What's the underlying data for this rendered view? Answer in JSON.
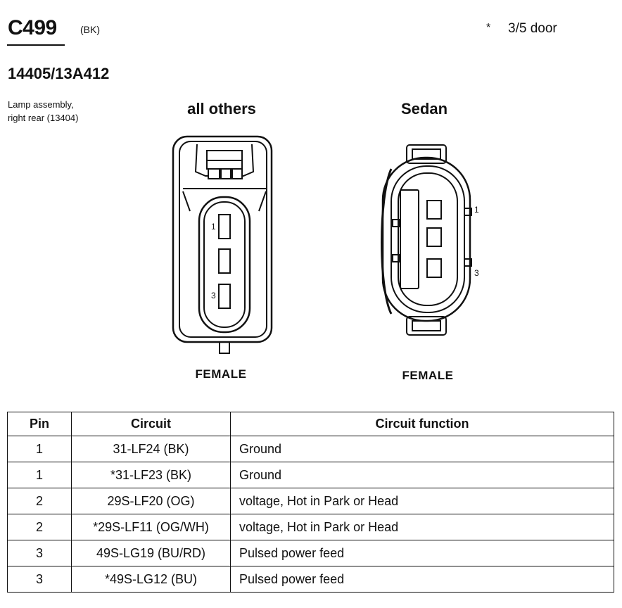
{
  "connector": {
    "id": "C499",
    "color": "(BK)"
  },
  "note": {
    "symbol": "*",
    "text": "3/5 door"
  },
  "part_number": "14405/13A412",
  "component": {
    "line1": "Lamp assembly,",
    "line2": "right rear (13404)"
  },
  "views": [
    {
      "label": "all others",
      "gender": "FEMALE",
      "pin_labels": [
        "1",
        "3"
      ]
    },
    {
      "label": "Sedan",
      "gender": "FEMALE",
      "pin_labels": [
        "1",
        "3"
      ]
    }
  ],
  "table": {
    "headers": [
      "Pin",
      "Circuit",
      "Circuit function"
    ],
    "rows": [
      {
        "pin": "1",
        "circuit": "31-LF24 (BK)",
        "function": "Ground"
      },
      {
        "pin": "1",
        "circuit": "*31-LF23 (BK)",
        "function": "Ground"
      },
      {
        "pin": "2",
        "circuit": "29S-LF20 (OG)",
        "function": "voltage, Hot in Park or Head"
      },
      {
        "pin": "2",
        "circuit": "*29S-LF11 (OG/WH)",
        "function": "voltage, Hot in Park or Head"
      },
      {
        "pin": "3",
        "circuit": "49S-LG19 (BU/RD)",
        "function": "Pulsed power feed"
      },
      {
        "pin": "3",
        "circuit": "*49S-LG12 (BU)",
        "function": "Pulsed power feed"
      }
    ]
  }
}
